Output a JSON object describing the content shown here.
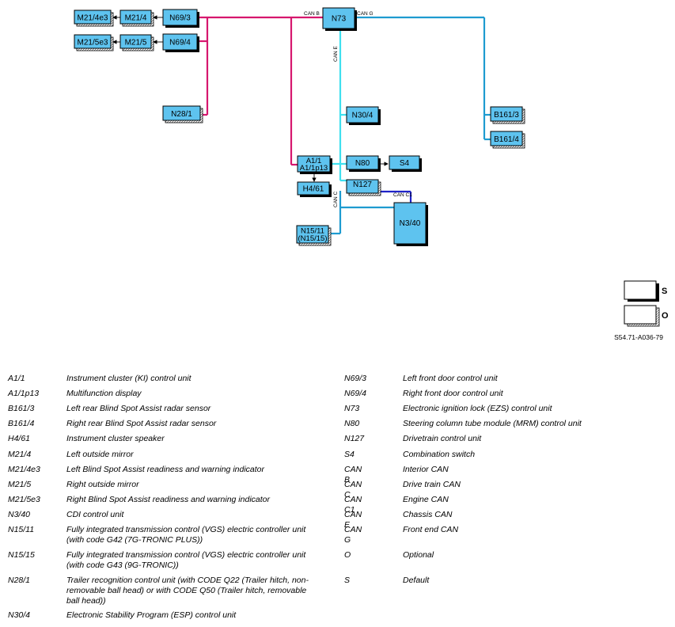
{
  "diagram": {
    "components": {
      "m21_4e3": "M21/4e3",
      "m21_4": "M21/4",
      "n69_3": "N69/3",
      "m21_5e3": "M21/5e3",
      "m21_5": "M21/5",
      "n69_4": "N69/4",
      "n28_1": "N28/1",
      "n73": "N73",
      "n30_4": "N30/4",
      "b161_3": "B161/3",
      "b161_4": "B161/4",
      "a1_1": "A1/1",
      "a1_1p13": "A1/1p13",
      "h4_61": "H4/61",
      "n80": "N80",
      "s4": "S4",
      "n127": "N127",
      "n3_40": "N3/40",
      "n15_11": "N15/11",
      "n15_15": "(N15/15)"
    },
    "bus_labels": {
      "can_b": "CAN B",
      "can_g": "CAN G",
      "can_e": "CAN E",
      "can_c": "CAN C",
      "can_c1": "CAN C1"
    },
    "colors": {
      "can_b": "#d6176e",
      "can_g": "#1e9bd0",
      "can_e": "#3fe0ef",
      "can_c": "#1e9bd0",
      "can_c1": "#1f23c8",
      "box_fill": "#5ec3ef"
    },
    "key": {
      "standard": "S",
      "optional": "O"
    },
    "figure_ref": "S54.71-A036-79"
  },
  "legend": {
    "left": [
      {
        "code": "A1/1",
        "desc": "Instrument cluster (KI) control unit"
      },
      {
        "code": "A1/1p13",
        "desc": "Multifunction display"
      },
      {
        "code": "B161/3",
        "desc": "Left rear Blind Spot Assist radar sensor"
      },
      {
        "code": "B161/4",
        "desc": "Right rear Blind Spot Assist radar sensor"
      },
      {
        "code": "H4/61",
        "desc": "Instrument cluster speaker"
      },
      {
        "code": "M21/4",
        "desc": "Left outside mirror"
      },
      {
        "code": "M21/4e3",
        "desc": "Left Blind Spot Assist readiness and warning indicator"
      },
      {
        "code": "M21/5",
        "desc": "Right outside mirror"
      },
      {
        "code": "M21/5e3",
        "desc": "Right Blind Spot Assist readiness and warning indicator"
      },
      {
        "code": "N3/40",
        "desc": "CDI control unit"
      },
      {
        "code": "N15/11",
        "desc": "Fully integrated transmission control (VGS) electric controller unit\n(with code G42 (7G-TRONIC PLUS))"
      },
      {
        "code": "N15/15",
        "desc": "Fully integrated transmission control (VGS) electric controller unit\n(with code G43 (9G-TRONIC))"
      },
      {
        "code": "N28/1",
        "desc": "Trailer recognition control unit (with CODE Q22 (Trailer hitch, non-\nremovable ball head) or with CODE Q50 (Trailer hitch, removable\nball head))"
      },
      {
        "code": "N30/4",
        "desc": "Electronic Stability Program (ESP) control unit"
      }
    ],
    "right": [
      {
        "code": "N69/3",
        "desc": "Left front door control unit"
      },
      {
        "code": "N69/4",
        "desc": "Right front door control unit"
      },
      {
        "code": "N73",
        "desc": "Electronic ignition lock (EZS) control unit"
      },
      {
        "code": "N80",
        "desc": "Steering column tube module (MRM) control unit"
      },
      {
        "code": "N127",
        "desc": "Drivetrain control unit"
      },
      {
        "code": "S4",
        "desc": "Combination switch"
      },
      {
        "code": "CAN B",
        "desc": "Interior CAN"
      },
      {
        "code": "CAN C",
        "desc": "Drive train CAN"
      },
      {
        "code": "CAN C1",
        "desc": "Engine CAN"
      },
      {
        "code": "CAN E",
        "desc": "Chassis CAN"
      },
      {
        "code": "CAN G",
        "desc": "Front end CAN"
      },
      {
        "code": "O",
        "desc": "Optional"
      },
      {
        "code": "S",
        "desc": "Default"
      }
    ]
  }
}
